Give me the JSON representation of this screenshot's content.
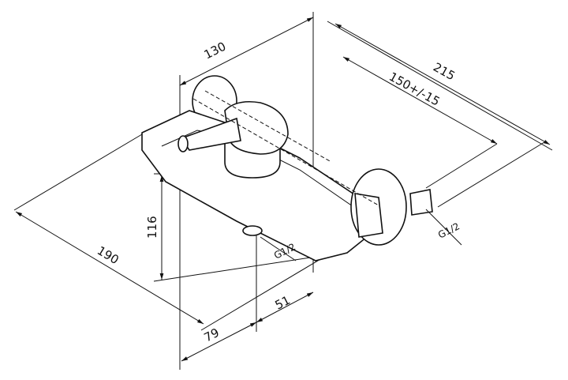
{
  "dimensions": {
    "width_130": "130",
    "length_215": "215",
    "spacing_150": "150+/-15",
    "height_116": "116",
    "spout_190": "190",
    "offset_79": "79",
    "offset_51": "51"
  },
  "threads": {
    "outlet": "G1/2",
    "inlet": "G1/2"
  }
}
